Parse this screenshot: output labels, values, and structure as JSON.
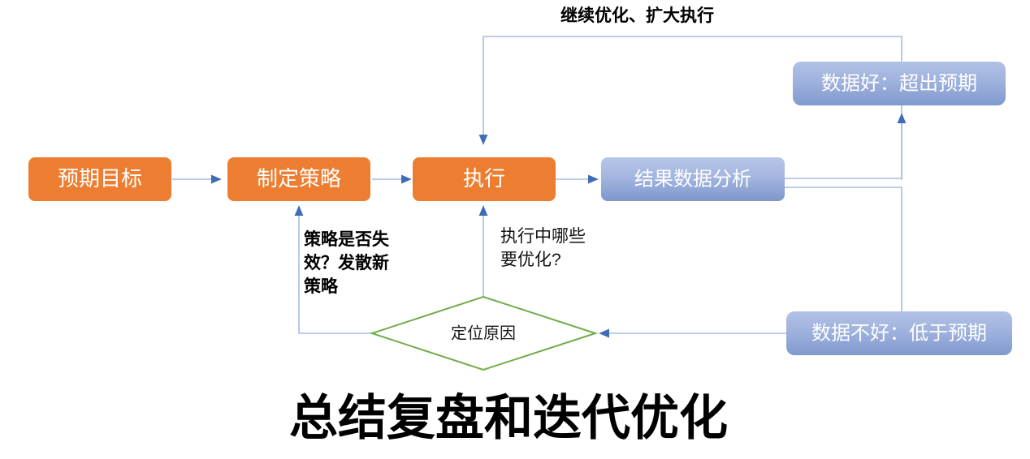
{
  "diagram": {
    "caption": "总结复盘和迭代优化",
    "top_label": "继续优化、扩大执行",
    "nodes": {
      "goal": {
        "label": "预期目标",
        "shape": "rounded-rect",
        "color": "#ED7D31"
      },
      "strategy": {
        "label": "制定策略",
        "shape": "rounded-rect",
        "color": "#ED7D31"
      },
      "execute": {
        "label": "执行",
        "shape": "rounded-rect",
        "color": "#ED7D31"
      },
      "analysis": {
        "label": "结果数据分析",
        "shape": "rounded-rect",
        "color": "#8FA8DA"
      },
      "good": {
        "label": "数据好：超出预期",
        "shape": "rounded-rect",
        "color": "#8FA8DA"
      },
      "bad": {
        "label": "数据不好：低于预期",
        "shape": "rounded-rect",
        "color": "#8FA8DA"
      },
      "locate": {
        "label": "定位原因",
        "shape": "diamond",
        "color": "#70AD47"
      }
    },
    "annotations": {
      "strategy_note_line1": "策略是否失",
      "strategy_note_line2": "效？发散新",
      "strategy_note_line3": "策略",
      "execute_note_line1": "执行中哪些",
      "execute_note_line2": "要优化?"
    },
    "colors": {
      "orange": "#ED7D31",
      "blue_top": "#AEBFE4",
      "blue_bottom": "#8099CE",
      "green_outline": "#70AD47",
      "connector": "#8EA9DB",
      "text_dark": "#000000"
    }
  }
}
